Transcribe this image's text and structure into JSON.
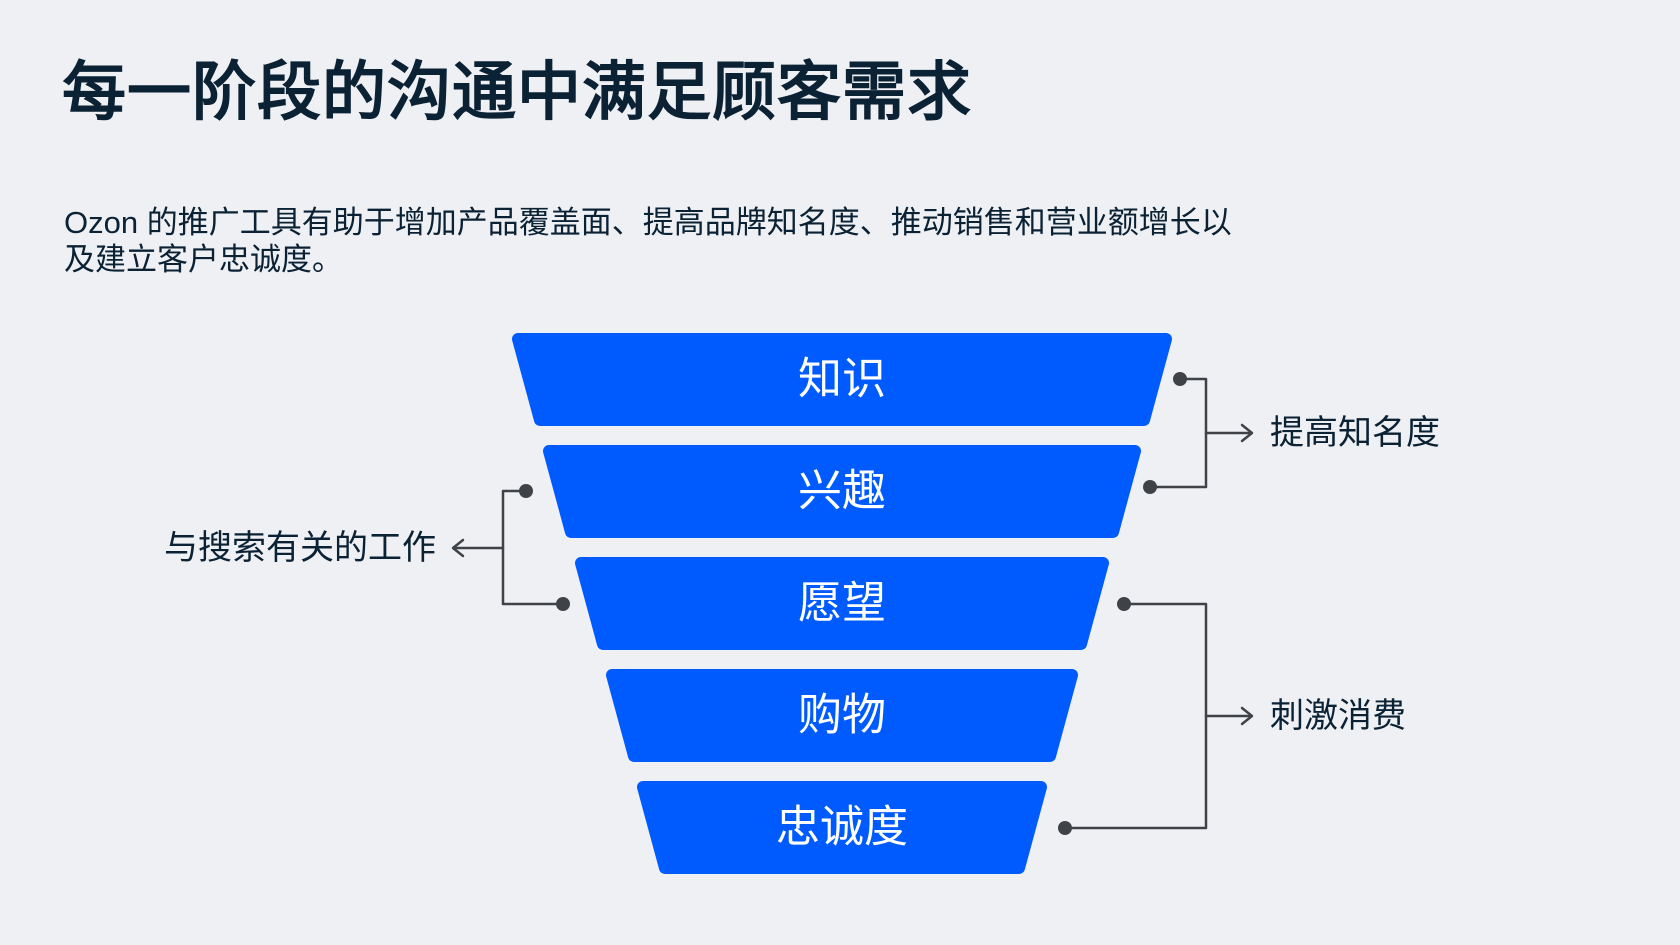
{
  "slide": {
    "title": "每一阶段的沟通中满足顾客需求",
    "subtitle_line1": "Ozon 的推广工具有助于增加产品覆盖面、提高品牌知名度、推动销售和营业额增长以",
    "subtitle_line2": "及建立客户忠诚度。"
  },
  "funnel": {
    "type": "funnel",
    "levels": [
      {
        "label": "知识"
      },
      {
        "label": "兴趣"
      },
      {
        "label": "愿望"
      },
      {
        "label": "购物"
      },
      {
        "label": "忠诚度"
      }
    ]
  },
  "annotations": {
    "left": "与搜索有关的工作",
    "right_top": "提高知名度",
    "right_bottom": "刺激消费"
  },
  "colors": {
    "background": "#eef0f4",
    "accent": "#005bff",
    "text": "#0b2134",
    "line": "#3f4347",
    "funnel_label": "#ffffff"
  }
}
